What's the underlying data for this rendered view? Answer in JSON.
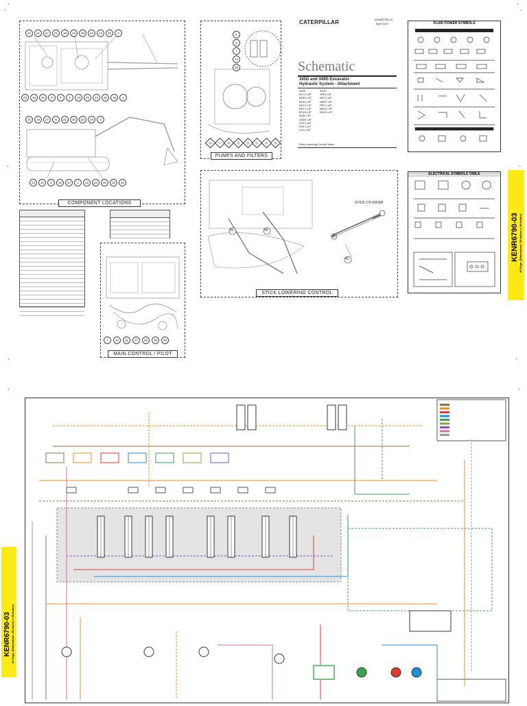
{
  "brand": {
    "logo": "CATERPILLAR",
    "doc_ref": "KENR6790-03",
    "doc_date": "April 2011"
  },
  "title_block": {
    "title": "Schematic",
    "subtitle_line1": "345D and 349D Excavator",
    "subtitle_line2": "Hydraulic System - Attachment",
    "serials_col1": [
      "345D",
      "BYC1-UP",
      "BDB1-UP",
      "BCE1-UP",
      "BDC1-UP",
      "BDC1-UP",
      "BTM1-UP",
      "BLB1-UP",
      "JNW1-UP",
      "GYF1-UP",
      "PNT1-UP",
      "LAT1-UP"
    ],
    "serials_col2": [
      "349D",
      "JRB1-UP",
      "BRT1-UP",
      "HMF1-UP",
      "PRY1-UP",
      "MDR1-UP",
      "KWX1-UP"
    ],
    "caption": "Stick Lowering Control Valve"
  },
  "panels": {
    "component_locations": "COMPONENT LOCATIONS",
    "pumps_and_filters": "PUMPS AND FILTERS",
    "stick_lowering_control": "STICK LOWERING CONTROL",
    "main_control_pilot": "MAIN CONTROL / PILOT",
    "stick_cylinder": "STICK CYLINDER"
  },
  "symbol_tables": {
    "fluid_power": "FLUID POWER SYMBOLS",
    "electrical": "ELECTRICAL SYMBOLS TABLE"
  },
  "side_label": {
    "code": "KENR6790-03",
    "pages": "30 Page, (Dimensions: 39 inches x 28 inches)"
  },
  "callouts_top": [
    "10",
    "11",
    "27",
    "21",
    "16",
    "13",
    "30",
    "34",
    "24",
    "33",
    "2"
  ],
  "callouts_row2": [
    "23",
    "15",
    "12",
    "9",
    "6",
    "1",
    "13",
    "25",
    "22",
    "26",
    "16",
    "2"
  ],
  "callouts_row3": [
    "10",
    "15",
    "27",
    "8",
    "21",
    "30",
    "34",
    "16",
    "2"
  ],
  "callouts_bottom": [
    "23",
    "11",
    "3",
    "18",
    "17",
    "1",
    "12",
    "22",
    "26",
    "29",
    "33"
  ],
  "pilot_callouts": [
    "1",
    "32",
    "31",
    "37",
    "36",
    "38",
    "35"
  ],
  "pump_callouts": [
    "6",
    "5",
    "7",
    "14",
    "15"
  ],
  "pump_badges": [
    "18",
    "17",
    "19",
    "20",
    "21",
    "22",
    "23",
    "24"
  ],
  "stick_callouts": [
    "42",
    "40",
    "41"
  ],
  "colors": {
    "accent_yellow": "#fcea14",
    "hyd_red": "#e03a2e",
    "hyd_blue": "#1d8fd6",
    "hyd_orange": "#f08a1a",
    "hyd_green": "#3aa64b",
    "hyd_purple": "#8a4fc2",
    "hyd_brown": "#9c6b3a",
    "hyd_olive": "#8aa33a",
    "hyd_pink": "#d86aa8",
    "line_gray": "#9a9a9a"
  }
}
